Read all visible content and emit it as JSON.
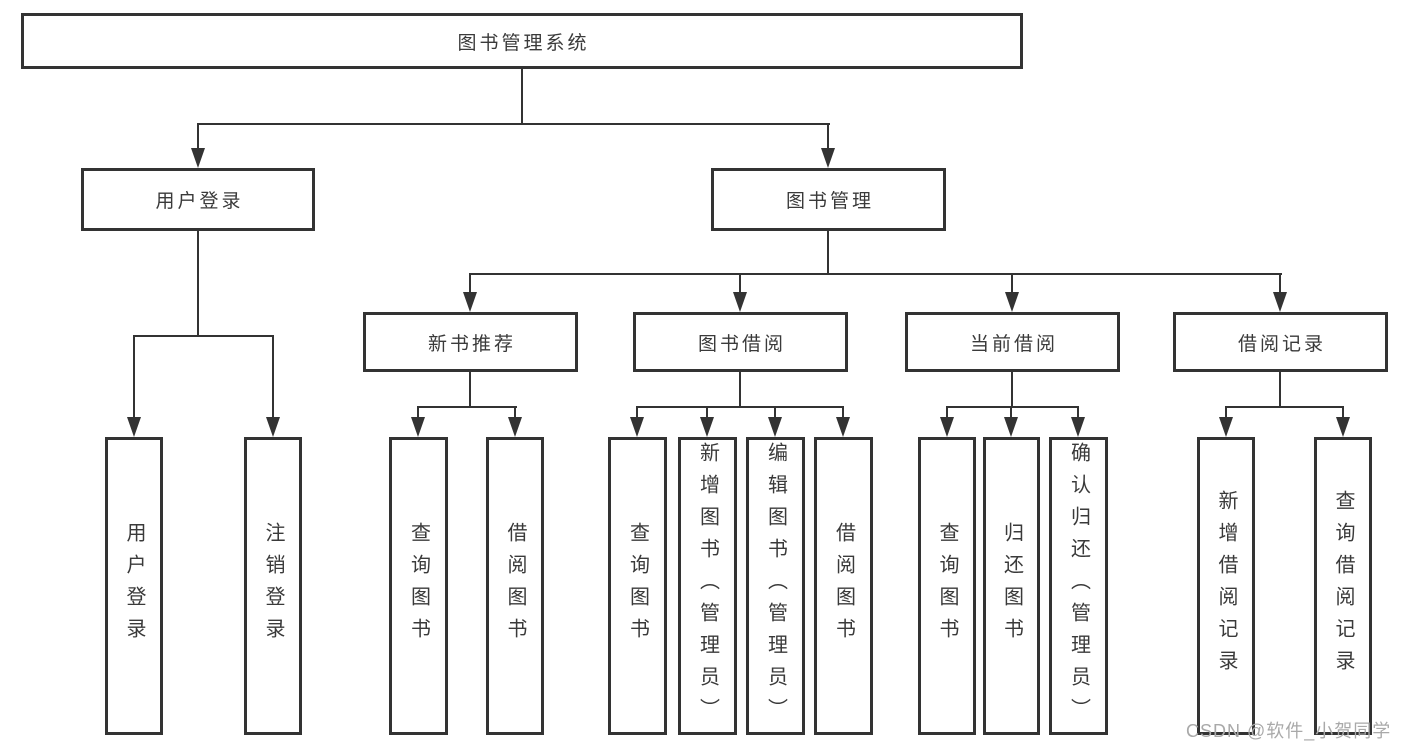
{
  "colors": {
    "line": "#333333",
    "text": "#3a3a3a",
    "background": "#ffffff",
    "watermark": "#a9a9a9"
  },
  "watermark": {
    "text": "CSDN @软件_小贺同学"
  },
  "tree": {
    "root": {
      "label": "图书管理系统"
    },
    "level1": [
      {
        "label": "用户登录"
      },
      {
        "label": "图书管理"
      }
    ],
    "level2": [
      {
        "label": "新书推荐"
      },
      {
        "label": "图书借阅"
      },
      {
        "label": "当前借阅"
      },
      {
        "label": "借阅记录"
      }
    ],
    "leaves": [
      {
        "label": "用户登录"
      },
      {
        "label": "注销登录"
      },
      {
        "label": "查询图书"
      },
      {
        "label": "借阅图书"
      },
      {
        "label": "查询图书"
      },
      {
        "label": "新增图书（管理员）"
      },
      {
        "label": "编辑图书（管理员）"
      },
      {
        "label": "借阅图书"
      },
      {
        "label": "查询图书"
      },
      {
        "label": "归还图书"
      },
      {
        "label": "确认归还（管理员）"
      },
      {
        "label": "新增借阅记录"
      },
      {
        "label": "查询借阅记录"
      }
    ]
  }
}
